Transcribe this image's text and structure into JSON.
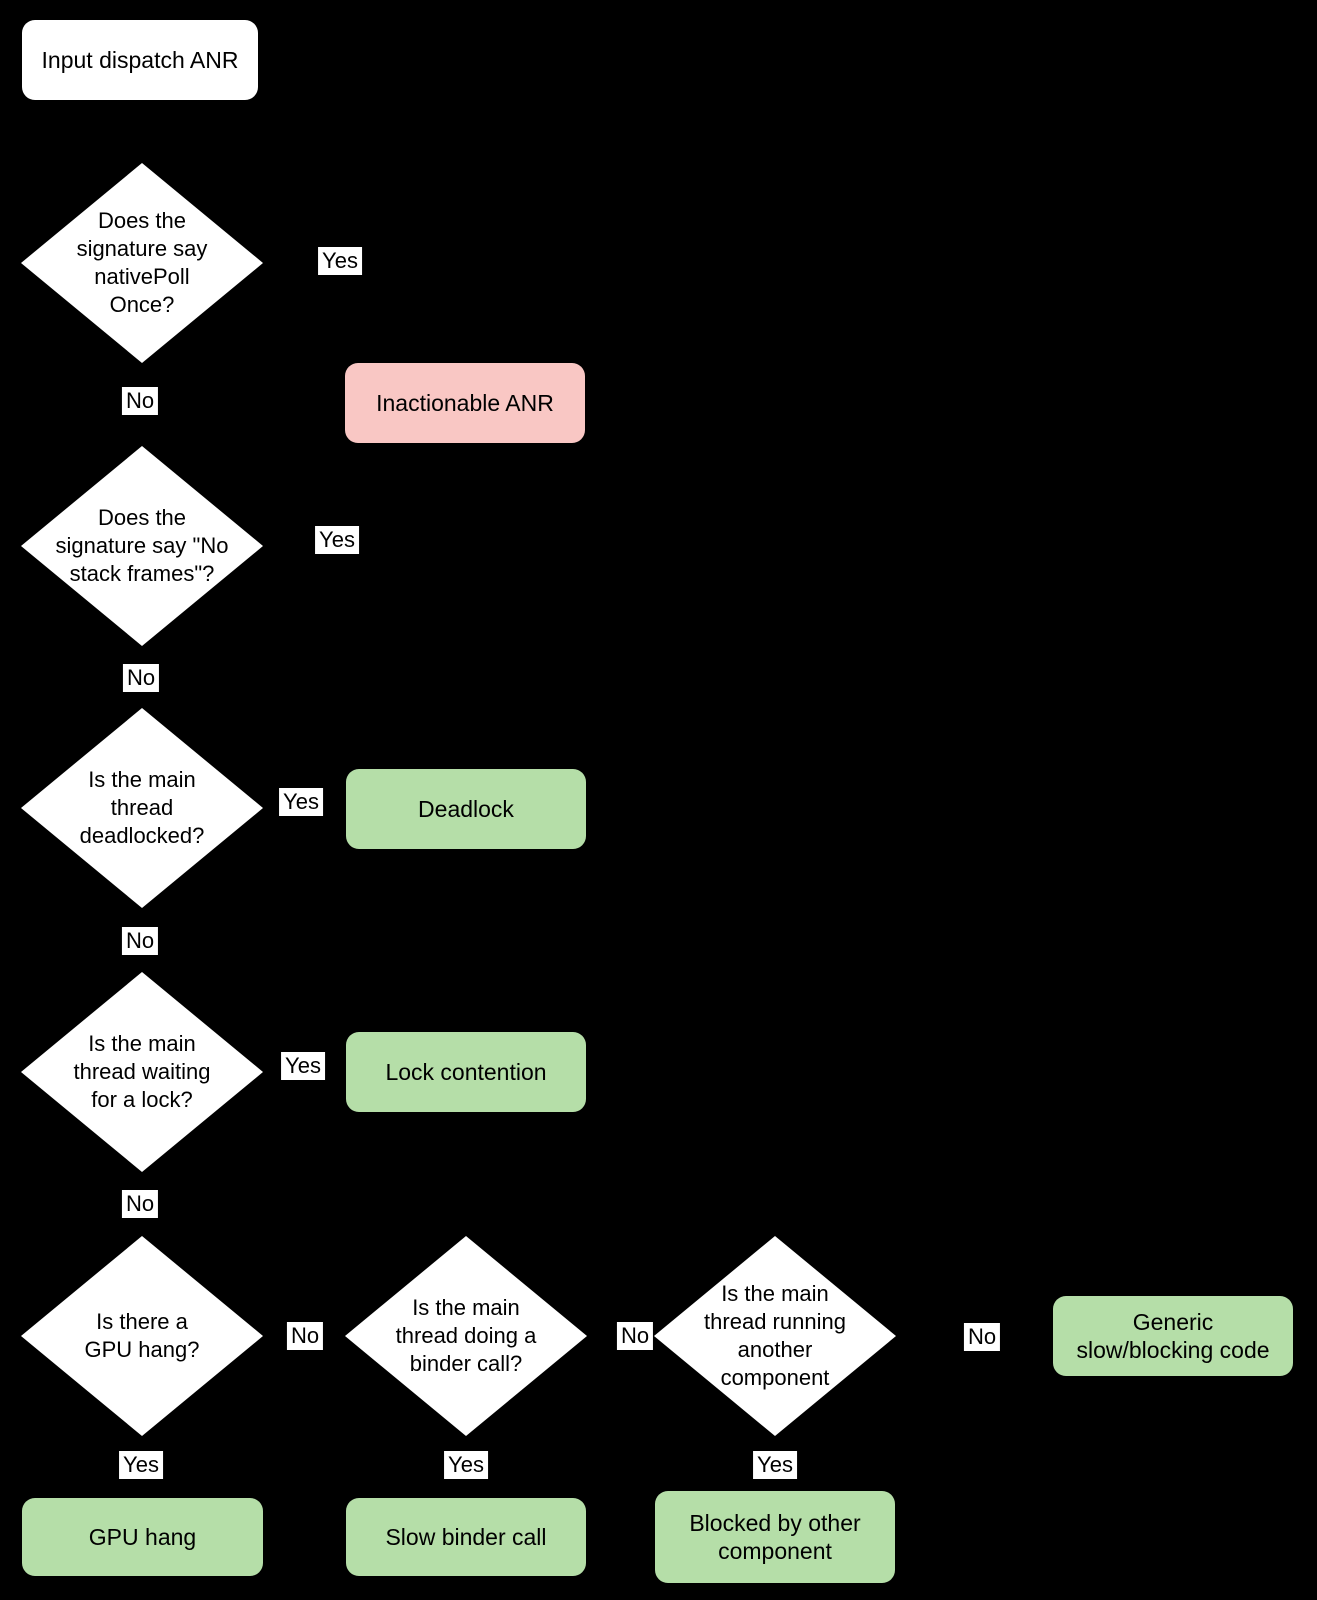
{
  "diagram": {
    "type": "flowchart",
    "colors": {
      "background": "#000000",
      "shape_fill": "#ffffff",
      "bad_outcome_fill": "#f9c7c4",
      "good_outcome_fill": "#b5dea8",
      "text": "#000000"
    },
    "start": {
      "label": "Input dispatch ANR"
    },
    "decisions": {
      "d1": {
        "question": "Does the\nsignature say\nnativePoll\nOnce?"
      },
      "d2": {
        "question": "Does the\nsignature say \"No\nstack frames\"?"
      },
      "d3": {
        "question": "Is the main\nthread\ndeadlocked?"
      },
      "d4": {
        "question": "Is the main\nthread waiting\nfor a lock?"
      },
      "d5": {
        "question": "Is there a\nGPU hang?"
      },
      "d6": {
        "question": "Is the main\nthread doing a\nbinder call?"
      },
      "d7": {
        "question": "Is the main\nthread running\nanother\ncomponent"
      }
    },
    "results": {
      "inactionable": {
        "label": "Inactionable ANR",
        "kind": "bad"
      },
      "deadlock": {
        "label": "Deadlock",
        "kind": "good"
      },
      "lock_contention": {
        "label": "Lock contention",
        "kind": "good"
      },
      "generic_slow": {
        "label": "Generic\nslow/blocking code",
        "kind": "good"
      },
      "gpu_hang": {
        "label": "GPU hang",
        "kind": "good"
      },
      "slow_binder": {
        "label": "Slow binder call",
        "kind": "good"
      },
      "blocked_other": {
        "label": "Blocked by other\ncomponent",
        "kind": "good"
      }
    },
    "edge_labels": {
      "d1_yes": "Yes",
      "d1_no": "No",
      "d2_yes": "Yes",
      "d2_no": "No",
      "d3_yes": "Yes",
      "d3_no": "No",
      "d4_yes": "Yes",
      "d4_no": "No",
      "d5_yes": "Yes",
      "d5_no": "No",
      "d6_yes": "Yes",
      "d6_no": "No",
      "d7_yes": "Yes",
      "d7_no": "No"
    }
  }
}
